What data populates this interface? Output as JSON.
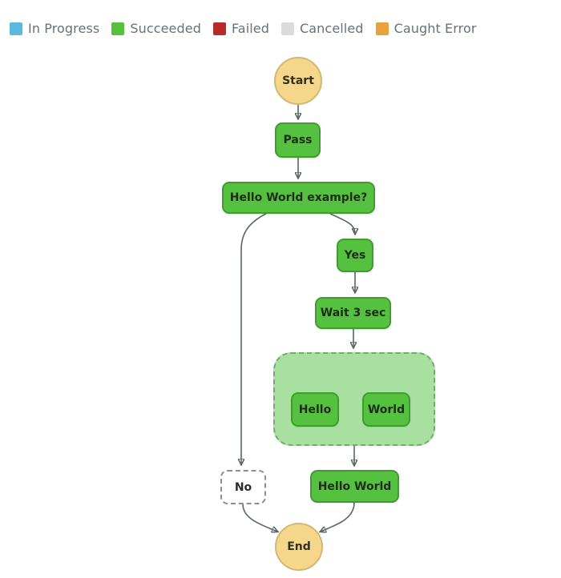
{
  "legend": {
    "items": [
      {
        "label": "In Progress",
        "color": "#59b9de"
      },
      {
        "label": "Succeeded",
        "color": "#57c13d"
      },
      {
        "label": "Failed",
        "color": "#b8292a"
      },
      {
        "label": "Cancelled",
        "color": "#dbdbdb"
      },
      {
        "label": "Caught Error",
        "color": "#e9a23b"
      }
    ]
  },
  "diagram": {
    "nodes": {
      "start": {
        "label": "Start"
      },
      "pass": {
        "label": "Pass"
      },
      "choice": {
        "label": "Hello World example?"
      },
      "yes": {
        "label": "Yes"
      },
      "wait": {
        "label": "Wait 3 sec"
      },
      "hello": {
        "label": "Hello"
      },
      "world": {
        "label": "World"
      },
      "hello_world": {
        "label": "Hello World"
      },
      "no": {
        "label": "No"
      },
      "end": {
        "label": "End"
      }
    },
    "colors": {
      "succeeded_fill": "#56c140",
      "succeeded_border": "#3d9e2e",
      "terminal_fill": "#f5d78c",
      "terminal_border": "#d2b973",
      "group_fill": "#a8e0a0",
      "group_border": "#76a871",
      "not_executed_border": "#8f8f8f",
      "edge": "#5b6662"
    }
  }
}
